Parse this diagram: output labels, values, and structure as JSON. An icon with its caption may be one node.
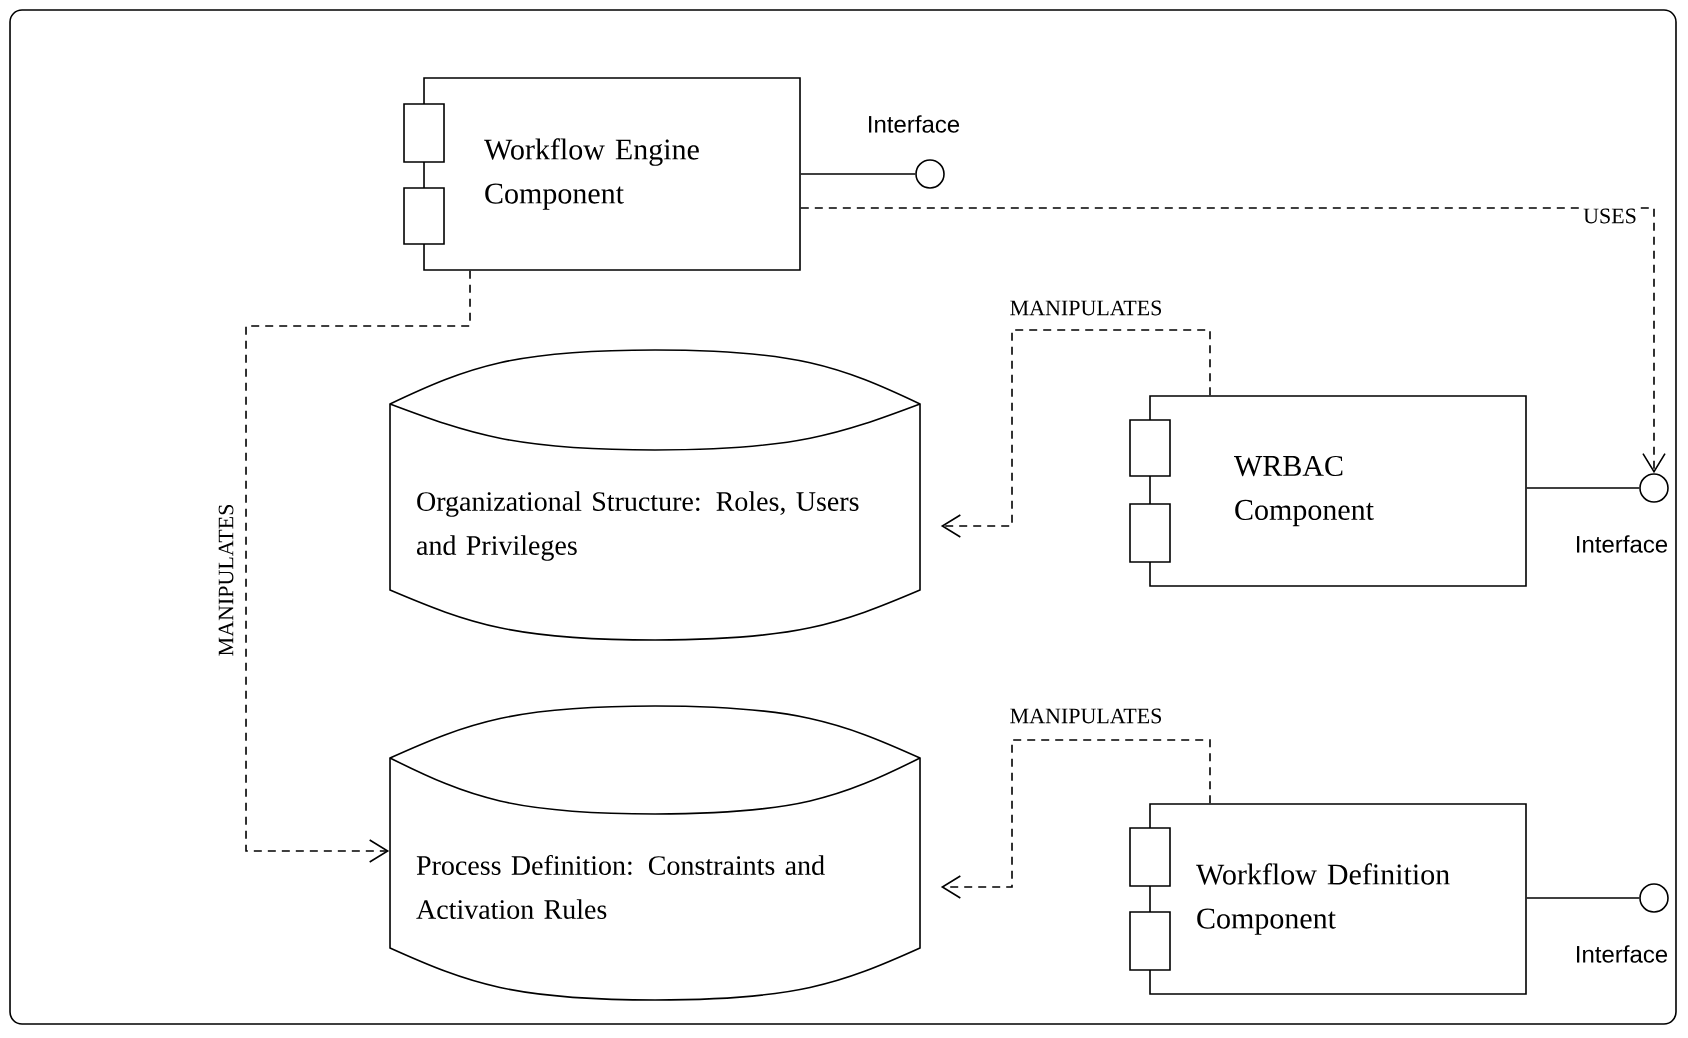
{
  "diagram": {
    "nodes": [
      {
        "text": [],
        "shape": "box"
      },
      {
        "text": [
          "Workflow Engine Component"
        ],
        "in": 0
      },
      {
        "text": [],
        "shape": "circle",
        "beside": [
          "Interface"
        ],
        "in": 0
      },
      {
        "text": [
          "Organizational Structure: Roles, Users and Privileges"
        ],
        "in": 0
      },
      {
        "text": [
          "WRBAC Component"
        ],
        "in": 0
      },
      {
        "text": [],
        "shape": "circle",
        "beside": [
          "Interface"
        ],
        "in": 0
      },
      {
        "text": [
          "Process Definition: Constraints and Activation Rules"
        ],
        "in": 0
      },
      {
        "text": [
          "Workflow Definition Component"
        ],
        "in": 0
      },
      {
        "text": [],
        "shape": "circle",
        "beside": [
          "Interface"
        ],
        "in": 0
      }
    ],
    "edges": [
      {
        "from": 1,
        "to": 2,
        "arrow": "none"
      },
      {
        "from": 1,
        "to": 5,
        "arrow": "to",
        "label": "USES",
        "style": "dashed"
      },
      {
        "from": 1,
        "to": 6,
        "arrow": "to",
        "label": "MANIPULATES",
        "style": "dashed"
      },
      {
        "from": 4,
        "to": 3,
        "arrow": "to",
        "label": "MANIPULATES",
        "style": "dashed"
      },
      {
        "from": 4,
        "to": 5,
        "arrow": "none"
      },
      {
        "from": 7,
        "to": 6,
        "arrow": "to",
        "label": "MANIPULATES",
        "style": "dashed"
      },
      {
        "from": 7,
        "to": 8,
        "arrow": "none"
      }
    ]
  }
}
